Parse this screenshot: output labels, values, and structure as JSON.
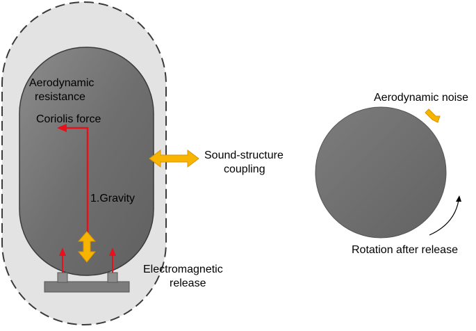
{
  "labels": {
    "aero_resistance_line1": "Aerodynamic",
    "aero_resistance_line2": "resistance",
    "coriolis": "Coriolis force",
    "gravity": "1.Gravity",
    "sound_structure_line1": "Sound-structure",
    "sound_structure_line2": "coupling",
    "electromagnetic_line1": "Electromagnetic",
    "electromagnetic_line2": "release",
    "aero_noise": "Aerodynamic noise",
    "rotation": "Rotation after release"
  },
  "colors": {
    "outer_boundary_fill": "#e3e3e3",
    "outer_boundary_stroke": "#3a3a3a",
    "body_fill": "#7a7a7a",
    "force_arrow": "#e8101a",
    "coupling_arrow": "#f7b500",
    "release_base": "#7c7c7c"
  }
}
